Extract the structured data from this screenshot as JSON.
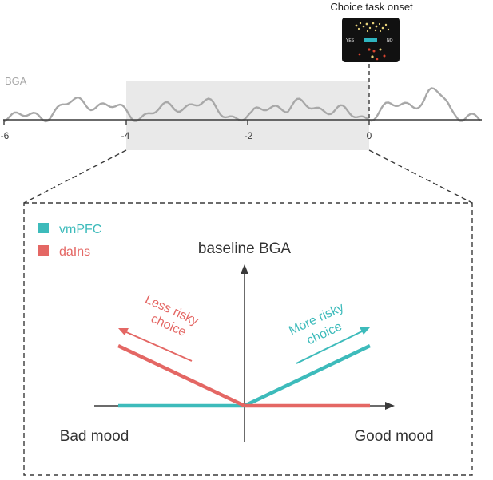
{
  "timeline": {
    "signal_label": "BGA",
    "ticks": [
      "-6",
      "-4",
      "-2",
      "0"
    ],
    "onset_title": "Choice task onset",
    "screen": {
      "yes": "YES",
      "no": "NO"
    }
  },
  "diagram": {
    "y_axis_label": "baseline BGA",
    "x_left_label": "Bad mood",
    "x_right_label": "Good mood",
    "legend": [
      {
        "name": "vmPFC",
        "color": "#3dbbbb"
      },
      {
        "name": "daIns",
        "color": "#e46764"
      }
    ],
    "annotations": {
      "left_line1": "Less risky",
      "left_line2": "choice",
      "right_line1": "More risky",
      "right_line2": "choice"
    }
  },
  "colors": {
    "trace": "#a8a8a8",
    "shade": "#e9e9e9",
    "axis": "#3a3a3a",
    "vmPFC": "#3dbbbb",
    "daIns": "#e46764"
  }
}
